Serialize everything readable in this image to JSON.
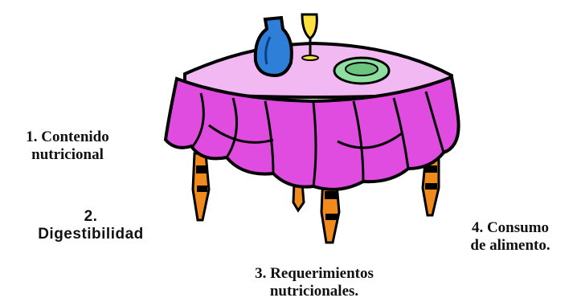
{
  "colors": {
    "tablecloth": "#e04be0",
    "tablecloth_top": "#f2b8f2",
    "vase": "#2e7fd8",
    "leg": "#f08a1c",
    "plate": "#8fe0a0",
    "outline": "#000000"
  },
  "illustration": {
    "icon": "dining-table-clipart-icon"
  },
  "labels": {
    "item1": {
      "line1": "1. Contenido",
      "line2": "nutricional"
    },
    "item2": {
      "line1": "2.",
      "line2": "Digestibilidad"
    },
    "item3": {
      "line1": "3. Requerimientos",
      "line2": "nutricionales."
    },
    "item4": {
      "line1": "4. Consumo",
      "line2": "de alimento."
    }
  }
}
